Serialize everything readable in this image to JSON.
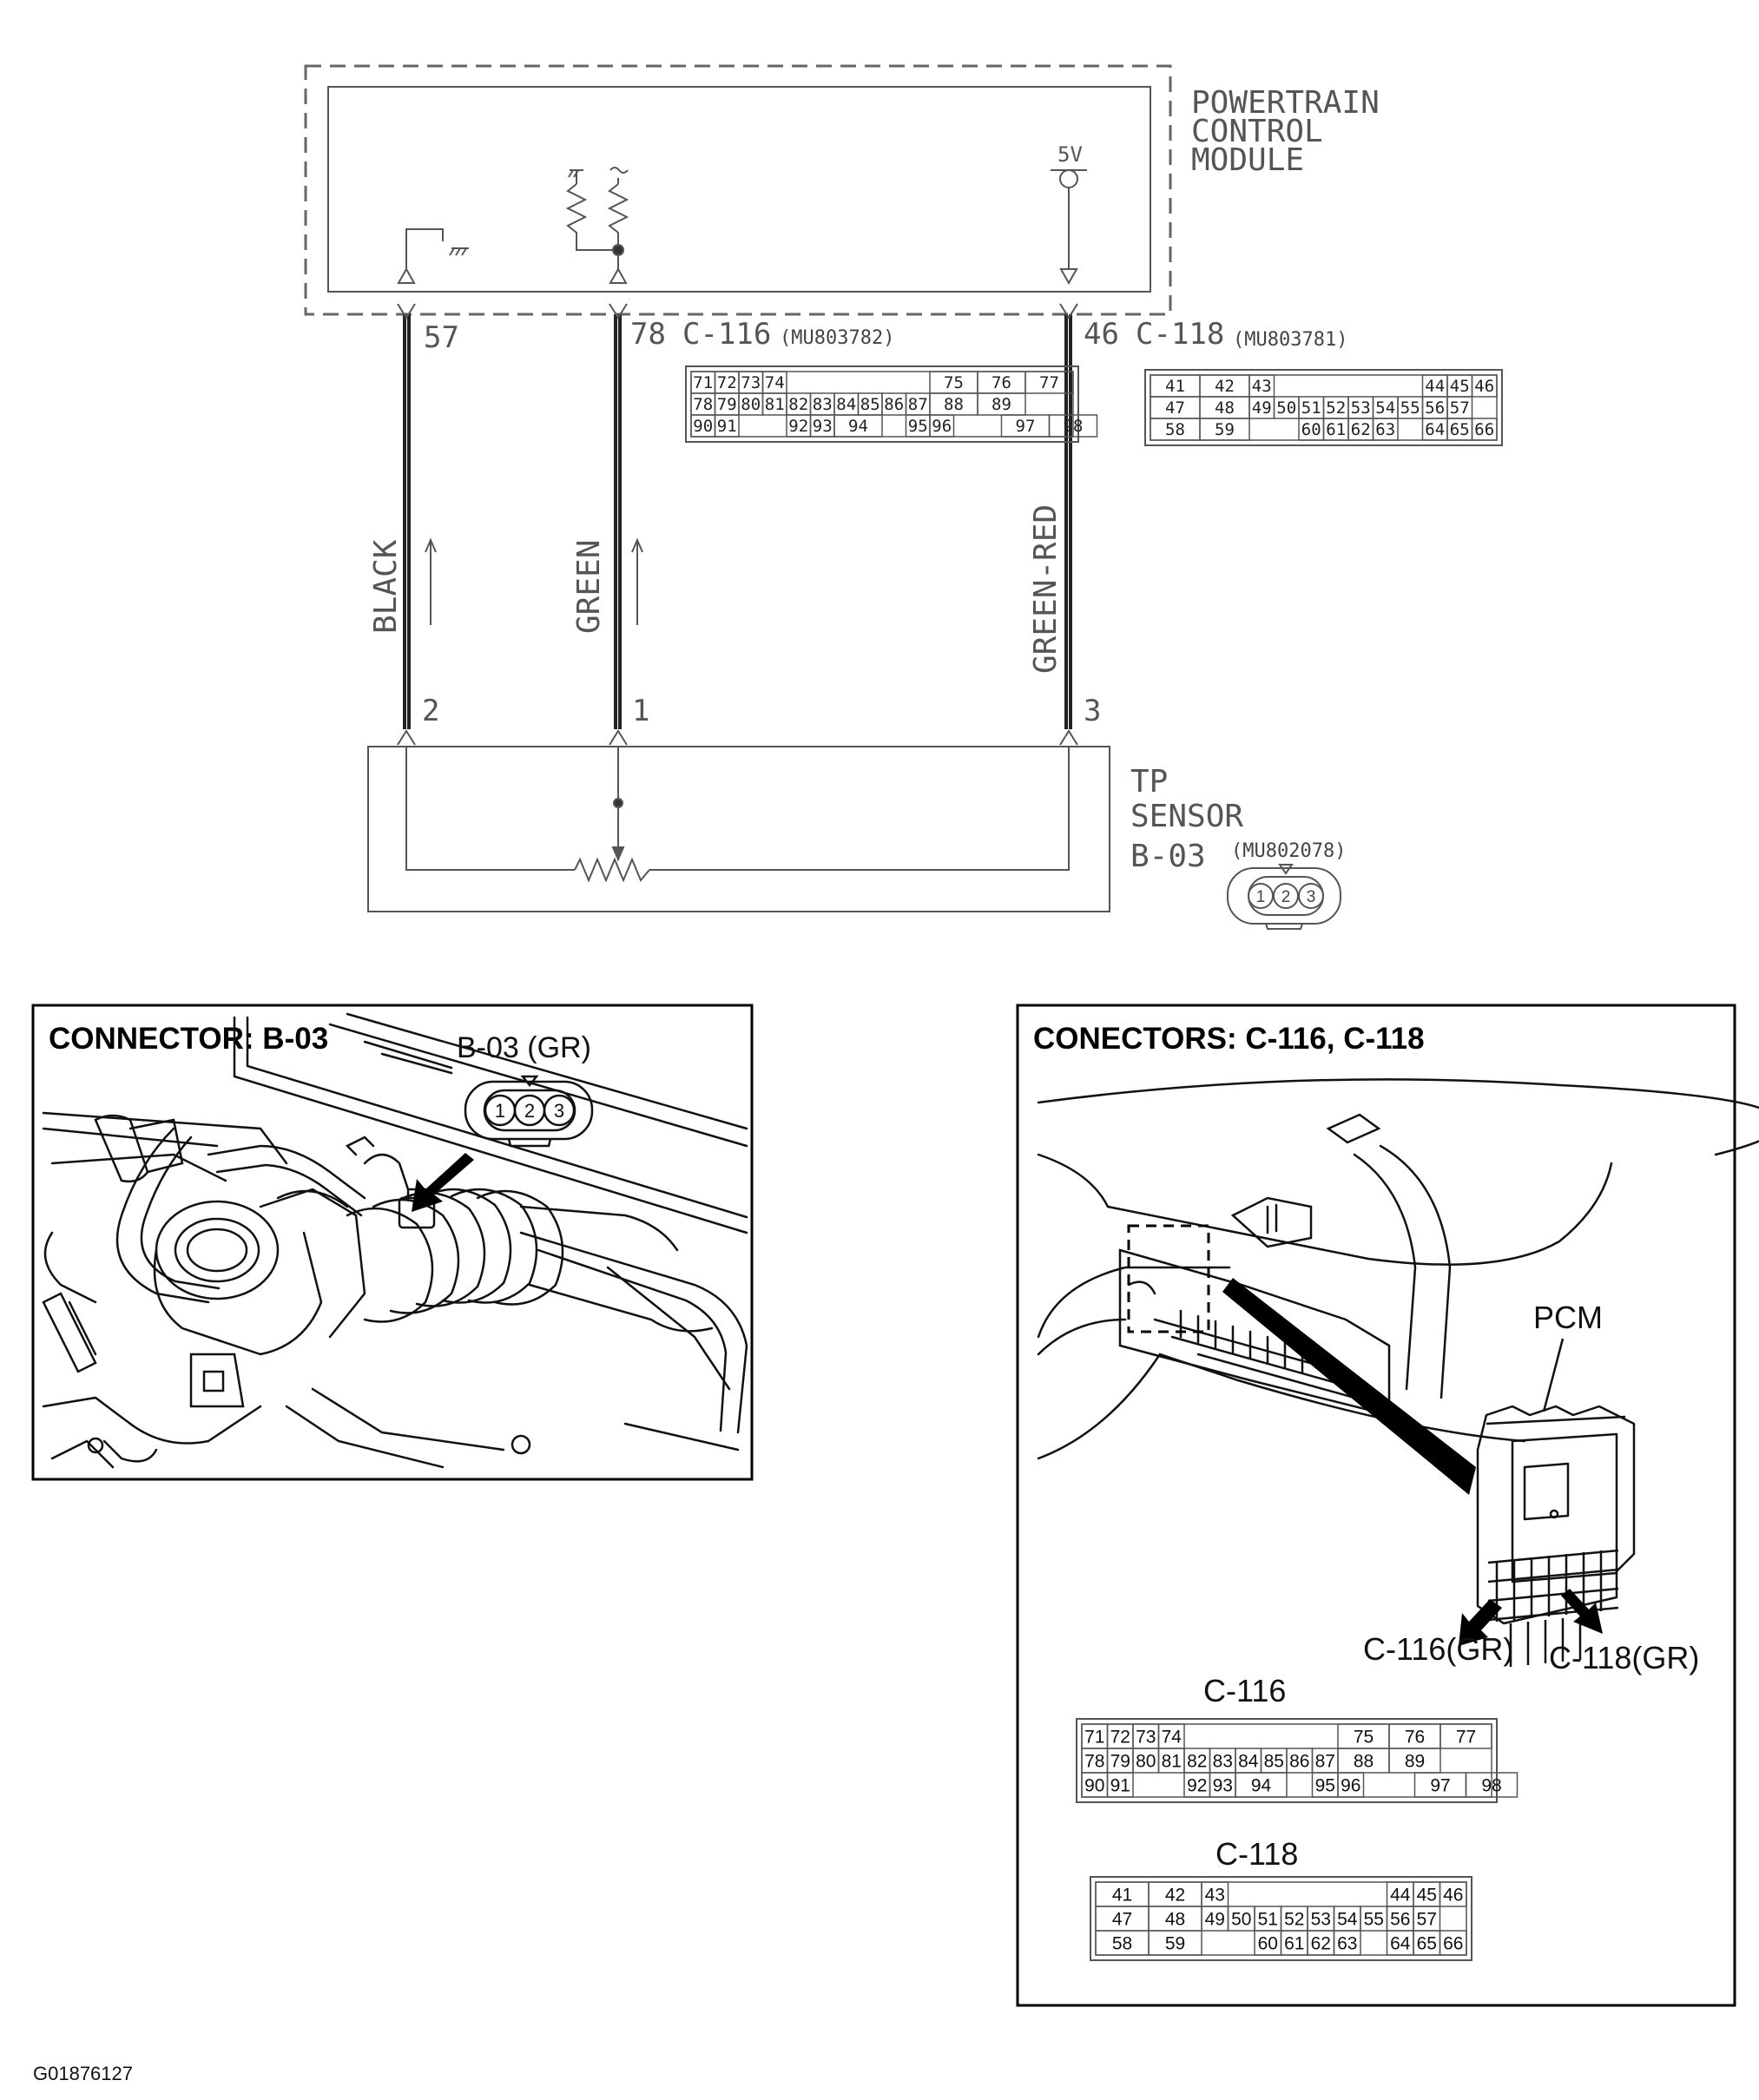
{
  "schematic": {
    "pcm_label": [
      "POWERTRAIN",
      "CONTROL",
      "MODULE"
    ],
    "pcm_supply": "5V",
    "wires": [
      {
        "terminal": "57",
        "color": "BLACK",
        "sensor_pin": "2"
      },
      {
        "terminal": "78",
        "connector": "C-116",
        "part": "(MU803782)",
        "color": "GREEN",
        "sensor_pin": "1"
      },
      {
        "terminal": "46",
        "connector": "C-118",
        "part": "(MU803781)",
        "color": "GREEN-RED",
        "sensor_pin": "3"
      }
    ],
    "sensor_label": [
      "TP",
      "SENSOR",
      "B-03"
    ],
    "sensor_part": "(MU802078)",
    "sensor_pins": [
      "1",
      "2",
      "3"
    ]
  },
  "c116_rows": [
    [
      "71",
      "72",
      "73",
      "74",
      "",
      "75",
      "76",
      "77"
    ],
    [
      "78",
      "79",
      "80",
      "81",
      "82",
      "83",
      "84",
      "85",
      "86",
      "87",
      "88",
      "89"
    ],
    [
      "90",
      "91",
      "",
      "92",
      "93",
      "94",
      "",
      "95",
      "96",
      "",
      "97",
      "98"
    ]
  ],
  "c118_rows": [
    [
      "41",
      "42",
      "43",
      "",
      "44",
      "45",
      "46"
    ],
    [
      "47",
      "48",
      "49",
      "50",
      "51",
      "52",
      "53",
      "54",
      "55",
      "56",
      "57"
    ],
    [
      "58",
      "59",
      "",
      "60",
      "61",
      "62",
      "63",
      "",
      "64",
      "65",
      "66"
    ]
  ],
  "panel_b03": {
    "header": "CONNECTOR: B-03",
    "callout": "B-03 (GR)",
    "pins": [
      "1",
      "2",
      "3"
    ]
  },
  "panel_c116": {
    "header": "CONECTORS: C-116, C-118",
    "pcm": "PCM",
    "c116_callout": "C-116(GR)",
    "c118_callout": "C-118(GR)",
    "c116_title": "C-116",
    "c118_title": "C-118"
  },
  "figure_id": "G01876127"
}
